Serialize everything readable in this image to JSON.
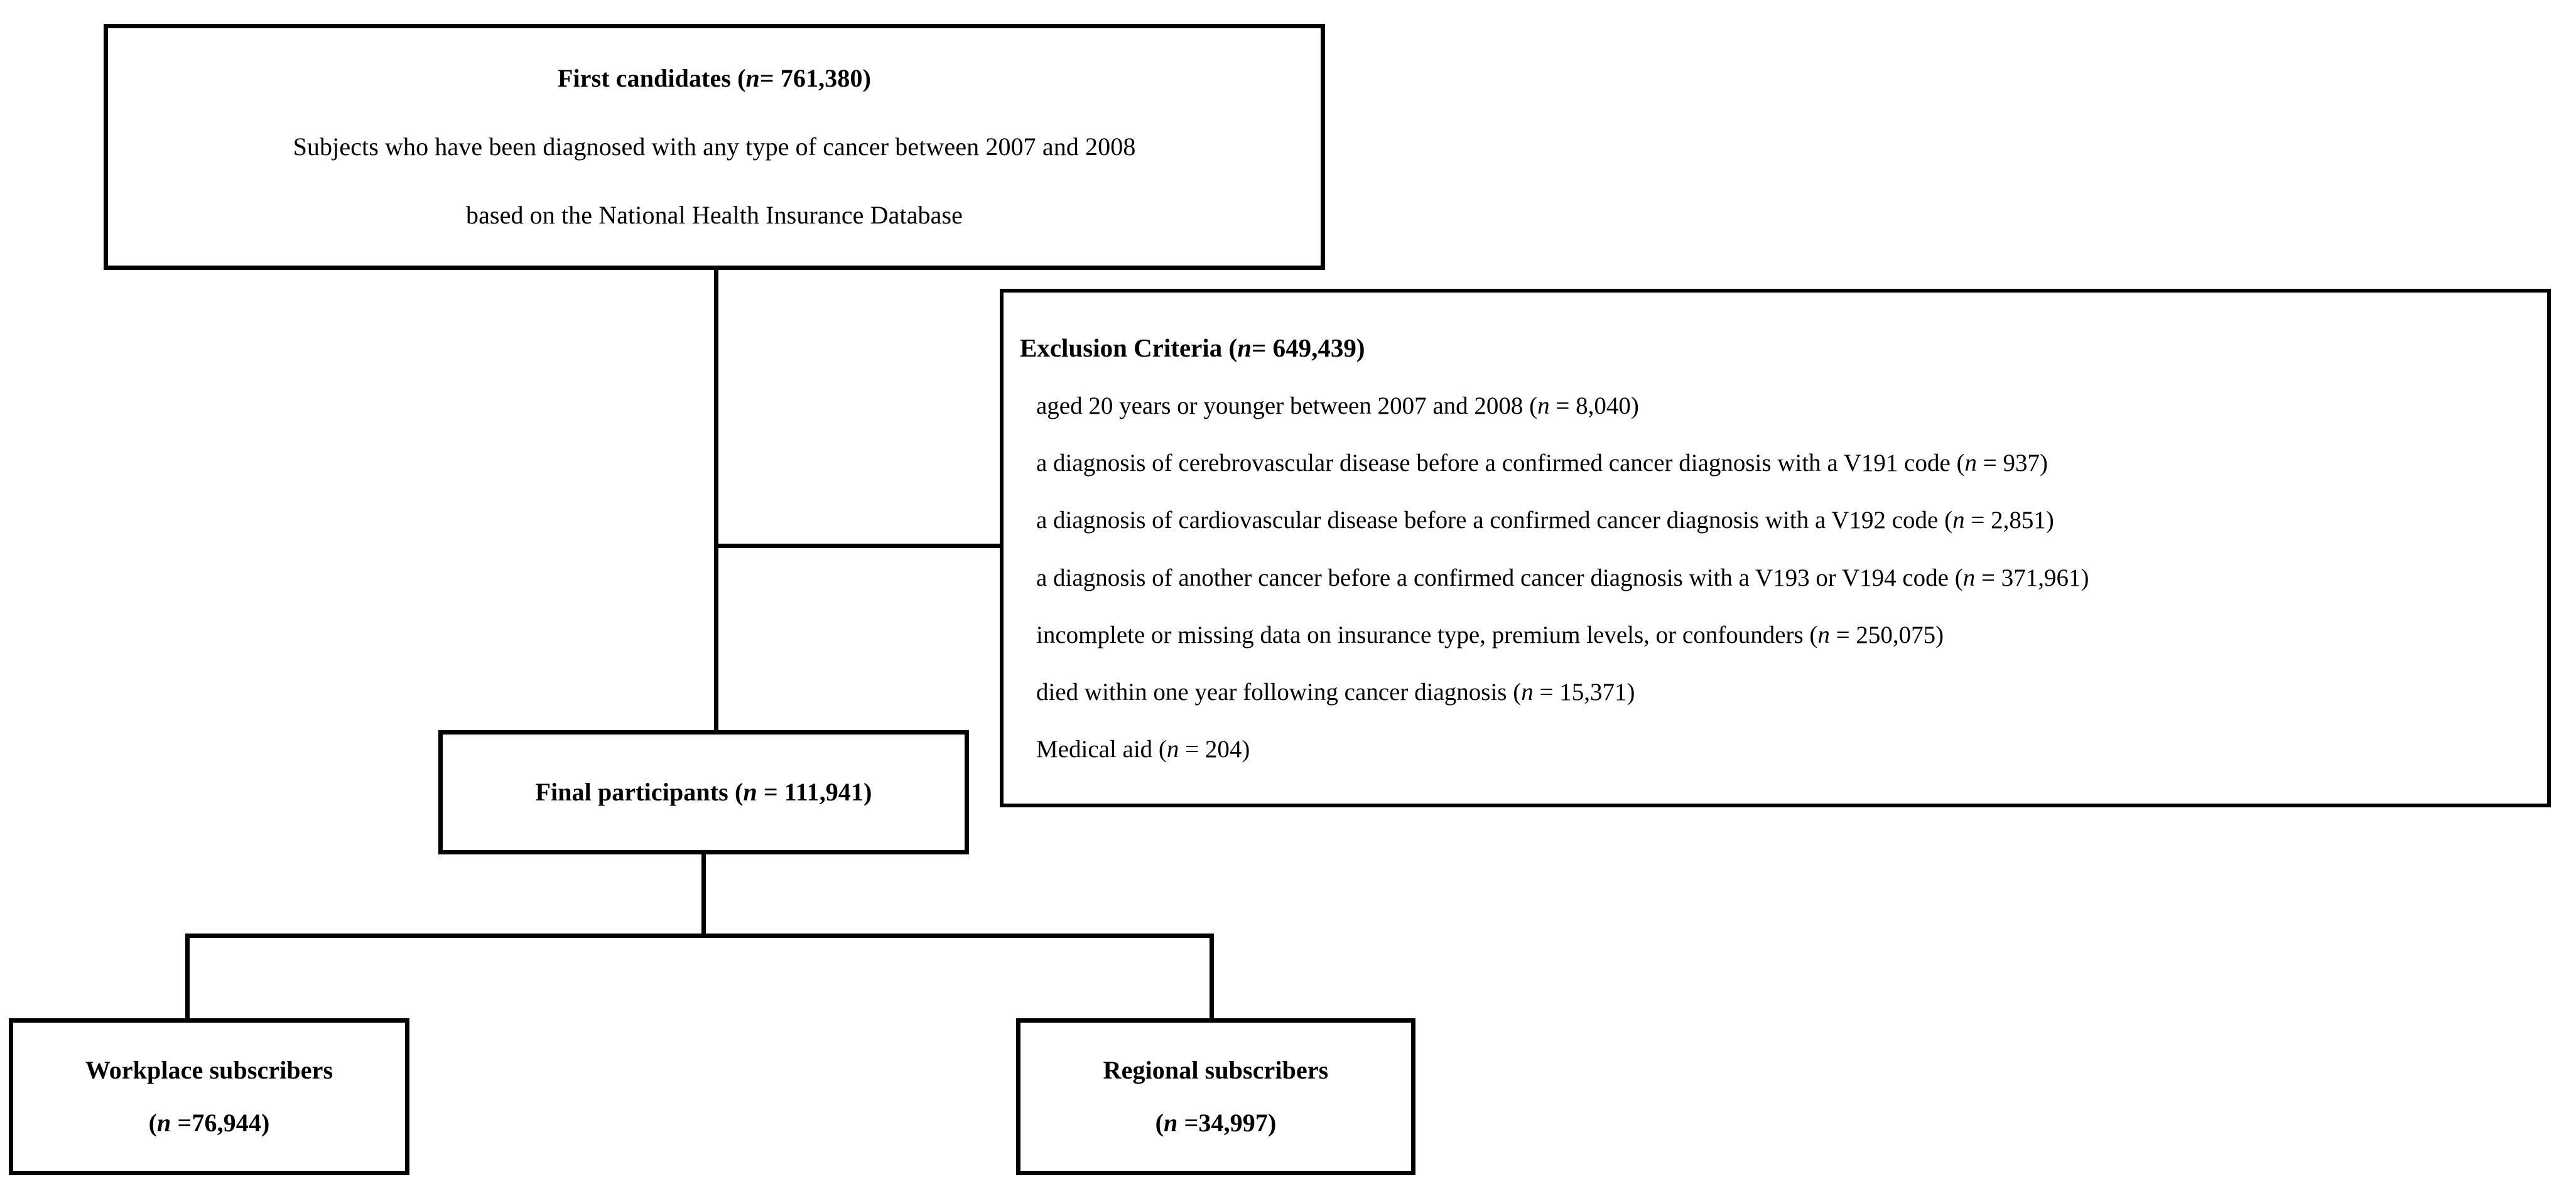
{
  "figure": {
    "type": "study-flow-diagram",
    "caption": "",
    "ink_color": "#000000",
    "background_color": "#ffffff"
  },
  "first_candidates": {
    "title": "First candidates (n= 761,380)",
    "line1": "Subjects who have been diagnosed with any type of cancer between 2007 and 2008",
    "line2": "based on the National Health Insurance Database",
    "n": "761,380"
  },
  "exclusion": {
    "title": "Exclusion Criteria (n= 649,439)",
    "n": "649,439",
    "items": [
      "aged 20 years or younger between 2007 and 2008 (n = 8,040)",
      "a diagnosis of cerebrovascular disease before a confirmed cancer diagnosis with a V191 code (n = 937)",
      "a diagnosis of cardiovascular disease before a confirmed cancer diagnosis with a V192 code (n = 2,851)",
      "a diagnosis of another cancer before a confirmed cancer diagnosis with a V193 or V194 code (n = 371,961)",
      "incomplete or missing data on insurance type, premium levels, or confounders (n = 250,075)",
      "died within one year following cancer diagnosis (n = 15,371)",
      "Medical aid  (n = 204)"
    ],
    "item_counts": [
      "8,040",
      "937",
      "2,851",
      "371,961",
      "250,075",
      "15,371",
      "204"
    ]
  },
  "final_participants": {
    "title": "Final participants (n = 111,941)",
    "n": "111,941"
  },
  "workplace_subscribers": {
    "title": "Workplace subscribers",
    "count_label": "(n =76,944)",
    "n": "76,944"
  },
  "regional_subscribers": {
    "title": "Regional subscribers",
    "count_label": "(n =34,997)",
    "n": "34,997"
  },
  "connectors": {
    "main_stem": "first-candidates-to-final-participants",
    "exclusion_branch": "stem-to-exclusion-criteria",
    "split_bar": "final-participants-to-subscriber-groups"
  }
}
